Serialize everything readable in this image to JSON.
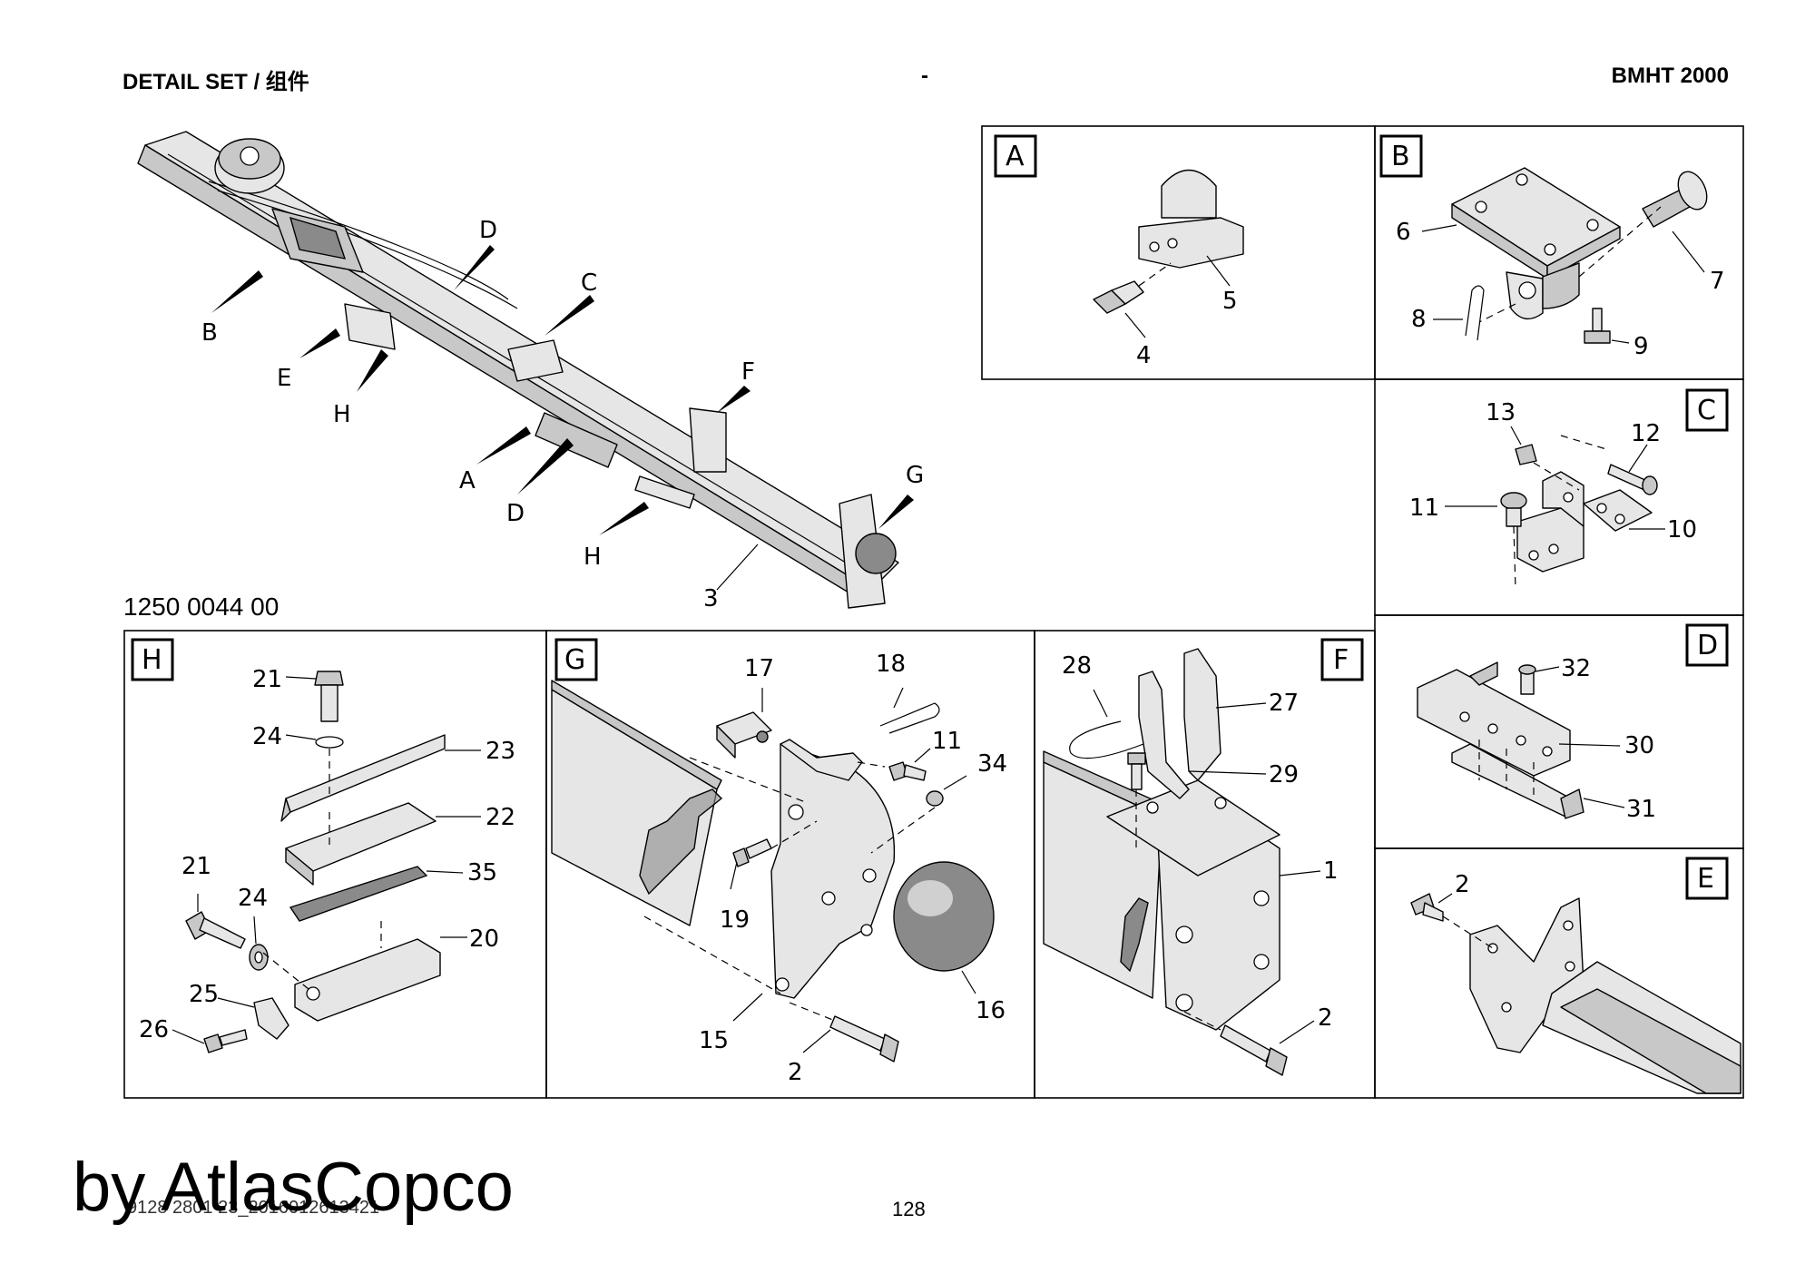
{
  "header": {
    "left": "DETAIL SET / 组件",
    "middle": "-",
    "right": "BMHT 2000"
  },
  "part_number": "1250 0044 00",
  "main_view": {
    "callouts": [
      "D",
      "C",
      "B",
      "E",
      "H",
      "F",
      "A",
      "D",
      "G",
      "H",
      "3"
    ]
  },
  "panels": {
    "A": {
      "letter": "A",
      "items": [
        "4",
        "5"
      ]
    },
    "B": {
      "letter": "B",
      "items": [
        "6",
        "7",
        "8",
        "9"
      ]
    },
    "C": {
      "letter": "C",
      "items": [
        "13",
        "12",
        "11",
        "10"
      ]
    },
    "D": {
      "letter": "D",
      "items": [
        "32",
        "30",
        "31"
      ]
    },
    "E": {
      "letter": "E",
      "items": [
        "2"
      ]
    },
    "H": {
      "letter": "H",
      "items": [
        "21",
        "24",
        "23",
        "22",
        "21",
        "35",
        "24",
        "20",
        "25",
        "26"
      ]
    },
    "G": {
      "letter": "G",
      "items": [
        "17",
        "18",
        "11",
        "34",
        "19",
        "15",
        "16",
        "2"
      ]
    },
    "F": {
      "letter": "F",
      "items": [
        "28",
        "27",
        "29",
        "1",
        "2"
      ]
    }
  },
  "footer": {
    "brand": "by AtlasCopco",
    "reference": "9128 2801 23_2016012613421",
    "page": "128"
  }
}
